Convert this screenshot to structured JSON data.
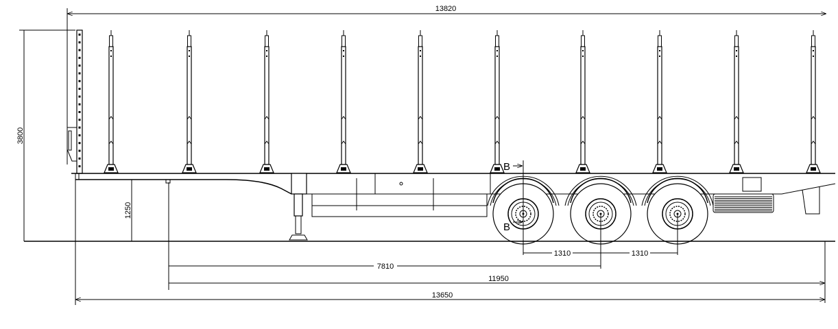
{
  "drawing": {
    "dimensions": {
      "overall_length_top": "13820",
      "overall_height": "3800",
      "deck_height": "1250",
      "axle_spacing_1": "1310",
      "axle_spacing_2": "1310",
      "kingpin_to_mid_axle": "7810",
      "kingpin_to_rear": "11950",
      "overall_length_bottom": "13650"
    },
    "section_marks": {
      "top": "B",
      "bottom": "B"
    },
    "stake_count": 10,
    "axle_count": 3
  }
}
